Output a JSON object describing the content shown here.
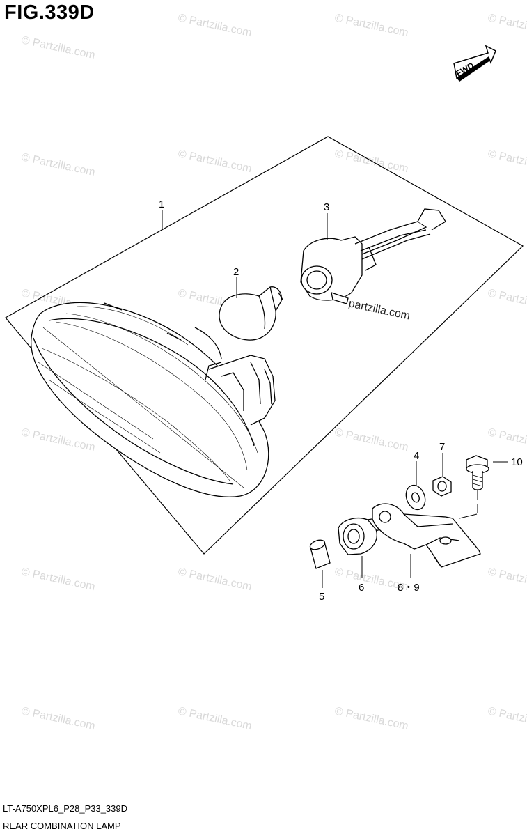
{
  "figure": {
    "title": "FIG.339D",
    "model_code": "LT-A750XPL6_P28_P33_339D",
    "name": "REAR COMBINATION LAMP"
  },
  "direction_badge": {
    "label": "FWD",
    "icon": "arrow-right-icon"
  },
  "callouts": [
    {
      "id": "1",
      "label": "1"
    },
    {
      "id": "2",
      "label": "2"
    },
    {
      "id": "3",
      "label": "3"
    },
    {
      "id": "4",
      "label": "4"
    },
    {
      "id": "5",
      "label": "5"
    },
    {
      "id": "6",
      "label": "6"
    },
    {
      "id": "7",
      "label": "7"
    },
    {
      "id": "8-9",
      "label": "8・9"
    },
    {
      "id": "10",
      "label": "10"
    }
  ],
  "watermark": {
    "text": "© Partzilla.com",
    "overlay_text": "partzilla.com"
  }
}
